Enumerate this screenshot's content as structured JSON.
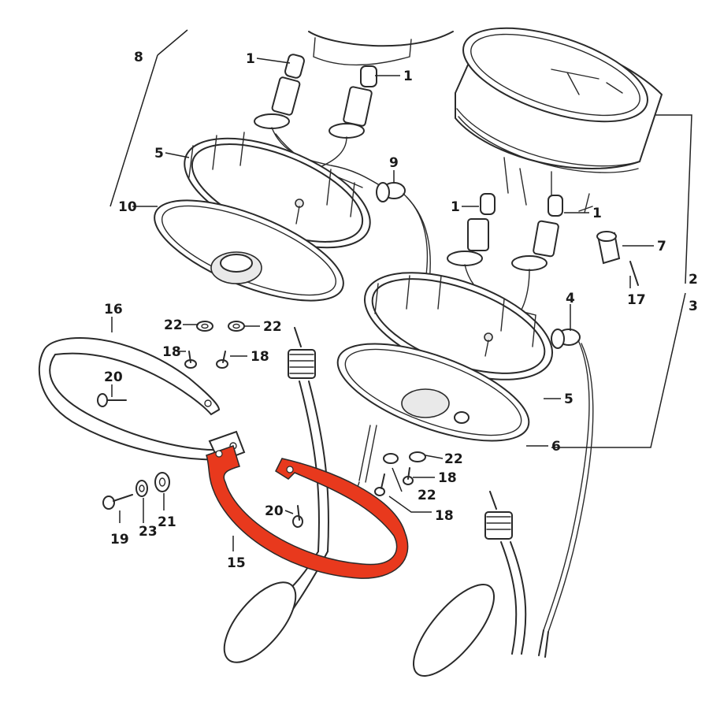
{
  "highlight_color": "#e8391d",
  "callouts": {
    "c1a": "1",
    "c1b": "1",
    "c1c": "1",
    "c1d": "1",
    "c2": "2",
    "c3": "3",
    "c4": "4",
    "c5a": "5",
    "c5b": "5",
    "c6": "6",
    "c7": "7",
    "c8": "8",
    "c9": "9",
    "c10": "10",
    "c15": "15",
    "c16": "16",
    "c17": "17",
    "c18a": "18",
    "c18b": "18",
    "c18c": "18",
    "c18d": "18",
    "c19": "19",
    "c20a": "20",
    "c20b": "20",
    "c21": "21",
    "c22a": "22",
    "c22b": "22",
    "c22c": "22",
    "c22d": "22",
    "c23": "23"
  }
}
